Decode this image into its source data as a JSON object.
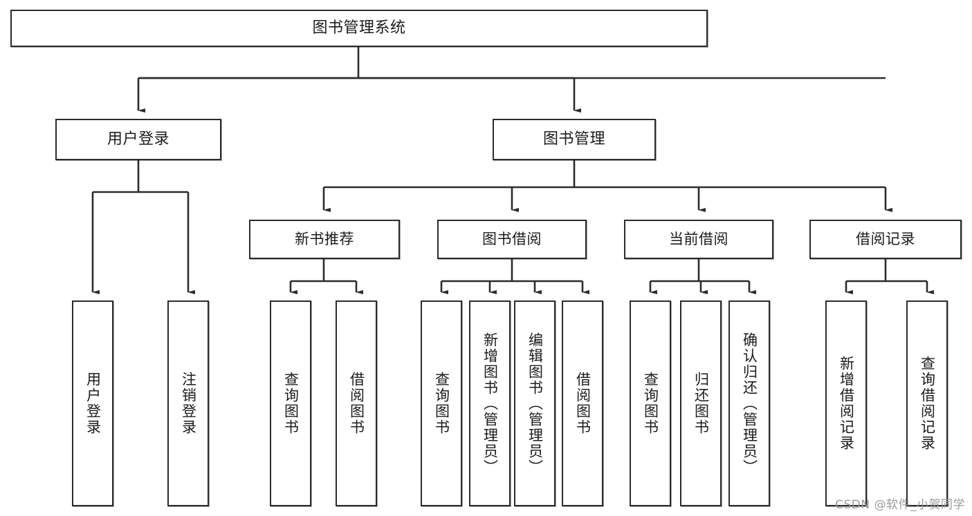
{
  "diagram": {
    "title": "图书管理系统",
    "type": "tree",
    "watermark": "CSDN @软件_小贺同学",
    "colors": {
      "stroke": "#2b2b2b",
      "fill": "#ffffff",
      "text": "#1b1b1b",
      "watermark": "#9b9b9b"
    },
    "root": {
      "label": "图书管理系统"
    },
    "level1": [
      {
        "label": "用户登录"
      },
      {
        "label": "图书管理"
      }
    ],
    "level2": [
      {
        "label": "新书推荐"
      },
      {
        "label": "图书借阅"
      },
      {
        "label": "当前借阅"
      },
      {
        "label": "借阅记录"
      }
    ],
    "leaves": {
      "user_login": [
        {
          "label": "用户登录"
        },
        {
          "label": "注销登录"
        }
      ],
      "new_book": [
        {
          "label": "查询图书"
        },
        {
          "label": "借阅图书"
        }
      ],
      "book_borrow": [
        {
          "label": "查询图书"
        },
        {
          "label": "新增图书（管理员）"
        },
        {
          "label": "编辑图书（管理员）"
        },
        {
          "label": "借阅图书"
        }
      ],
      "current_borrow": [
        {
          "label": "查询图书"
        },
        {
          "label": "归还图书"
        },
        {
          "label": "确认归还（管理员）"
        }
      ],
      "borrow_record": [
        {
          "label": "新增借阅记录"
        },
        {
          "label": "查询借阅记录"
        }
      ]
    }
  }
}
